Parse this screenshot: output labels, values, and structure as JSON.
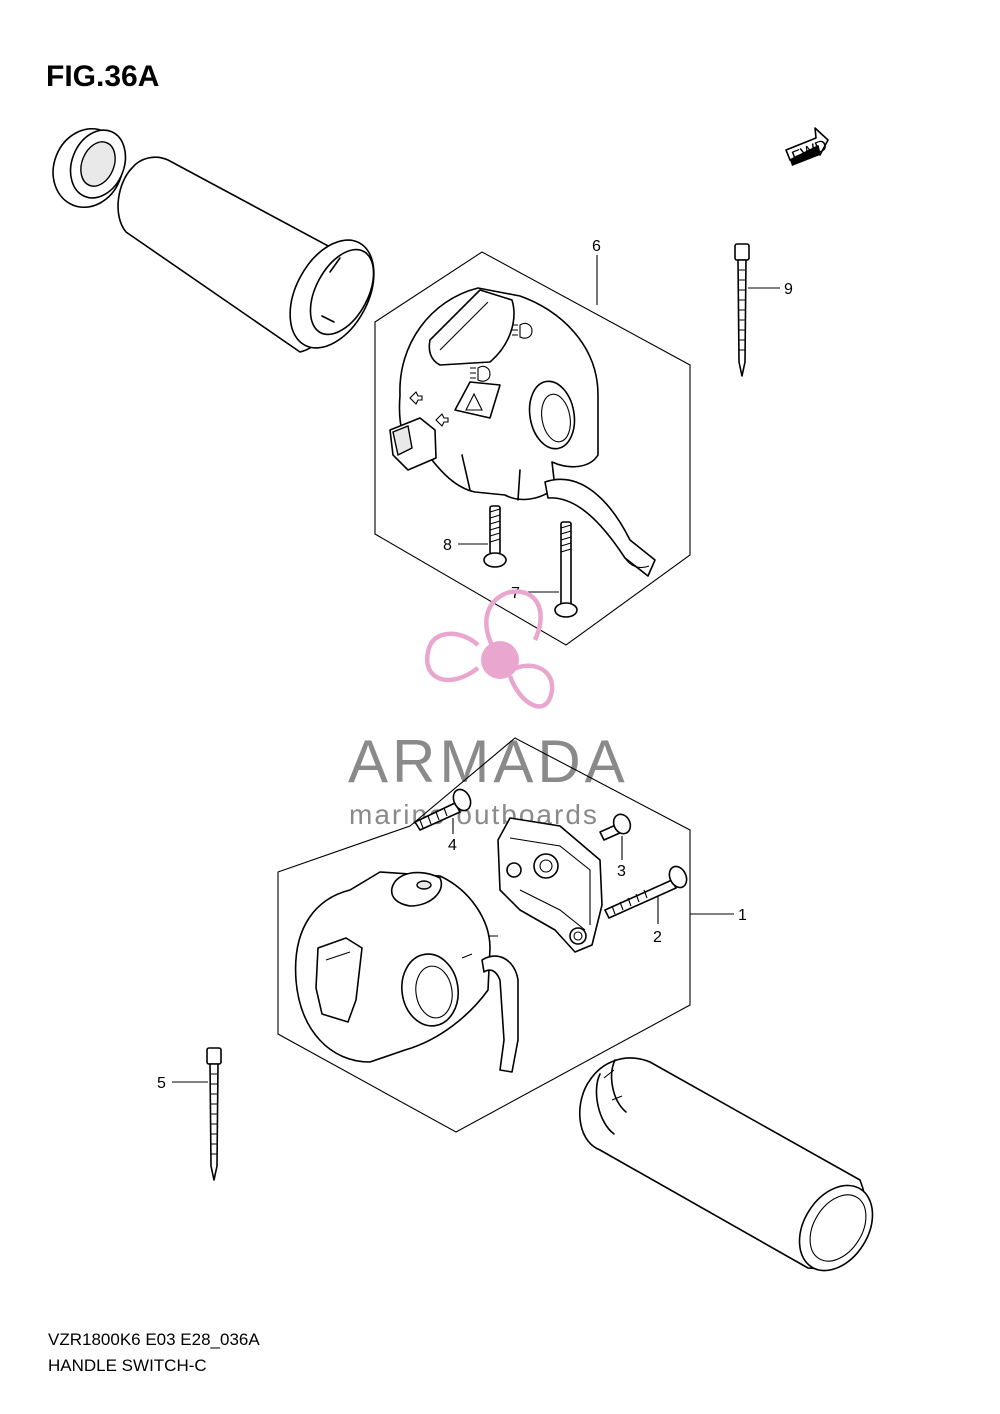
{
  "figure": {
    "title": "FIG.36A",
    "model_code": "VZR1800K6 E03 E28_036A",
    "name": "HANDLE SWITCH-C",
    "fwd_label": "FWD"
  },
  "callouts": [
    {
      "id": "1",
      "label": "1"
    },
    {
      "id": "2",
      "label": "2"
    },
    {
      "id": "3",
      "label": "3"
    },
    {
      "id": "4",
      "label": "4"
    },
    {
      "id": "5",
      "label": "5"
    },
    {
      "id": "6",
      "label": "6"
    },
    {
      "id": "7",
      "label": "7"
    },
    {
      "id": "8",
      "label": "8"
    },
    {
      "id": "9",
      "label": "9"
    }
  ],
  "watermark": {
    "brand": "ARMADA",
    "tagline": "marine outboards",
    "colors": {
      "logo": "#e9a6cf",
      "text": "#8a8a8a"
    }
  }
}
